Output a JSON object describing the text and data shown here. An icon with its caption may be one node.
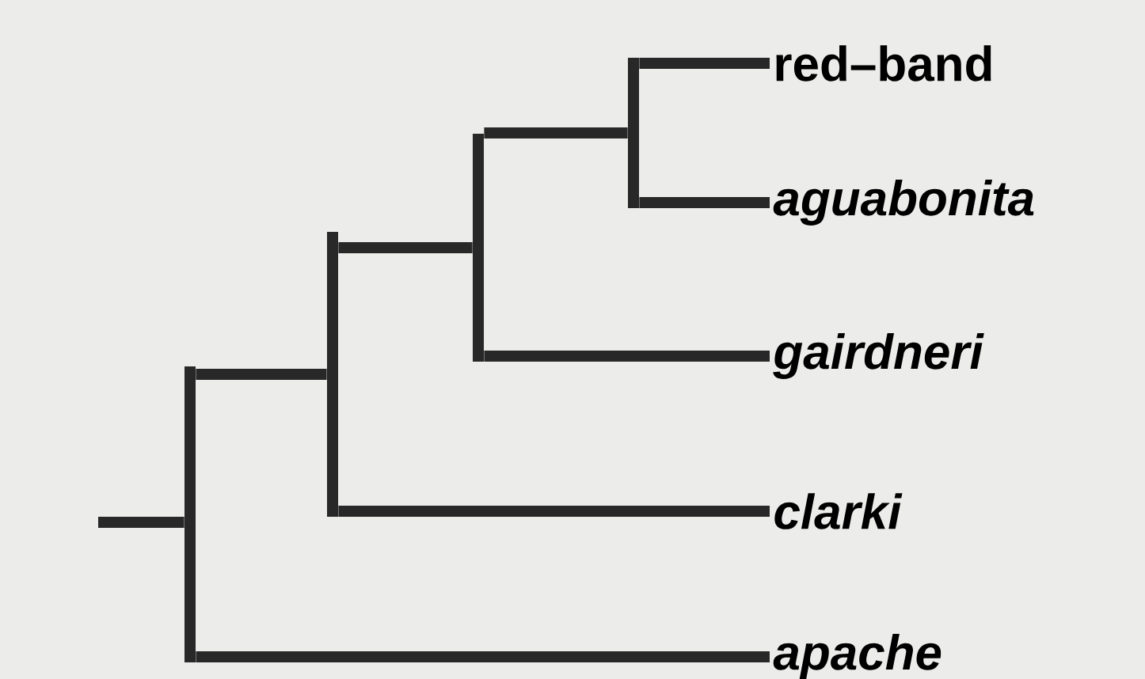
{
  "diagram": {
    "nodes": [
      {
        "text": [],
        "shape": "bar"
      },
      {
        "text": [],
        "shape": "bar"
      },
      {
        "text": [],
        "shape": "bar"
      },
      {
        "text": [],
        "shape": "bar"
      },
      {
        "text": [
          "red–band"
        ]
      },
      {
        "text": [
          "aguabonita"
        ]
      },
      {
        "text": [
          "gairdneri"
        ]
      },
      {
        "text": [
          "clarki"
        ]
      },
      {
        "text": [
          "apache"
        ]
      }
    ],
    "edges": [
      {
        "from": null,
        "to": 0,
        "arrow": "none"
      },
      {
        "from": 0,
        "to": 1,
        "arrow": "none"
      },
      {
        "from": 0,
        "to": 8,
        "arrow": "none"
      },
      {
        "from": 1,
        "to": 2,
        "arrow": "none"
      },
      {
        "from": 1,
        "to": 7,
        "arrow": "none"
      },
      {
        "from": 2,
        "to": 3,
        "arrow": "none"
      },
      {
        "from": 2,
        "to": 6,
        "arrow": "none"
      },
      {
        "from": 3,
        "to": 4,
        "arrow": "none"
      },
      {
        "from": 3,
        "to": 5,
        "arrow": "none"
      }
    ]
  }
}
